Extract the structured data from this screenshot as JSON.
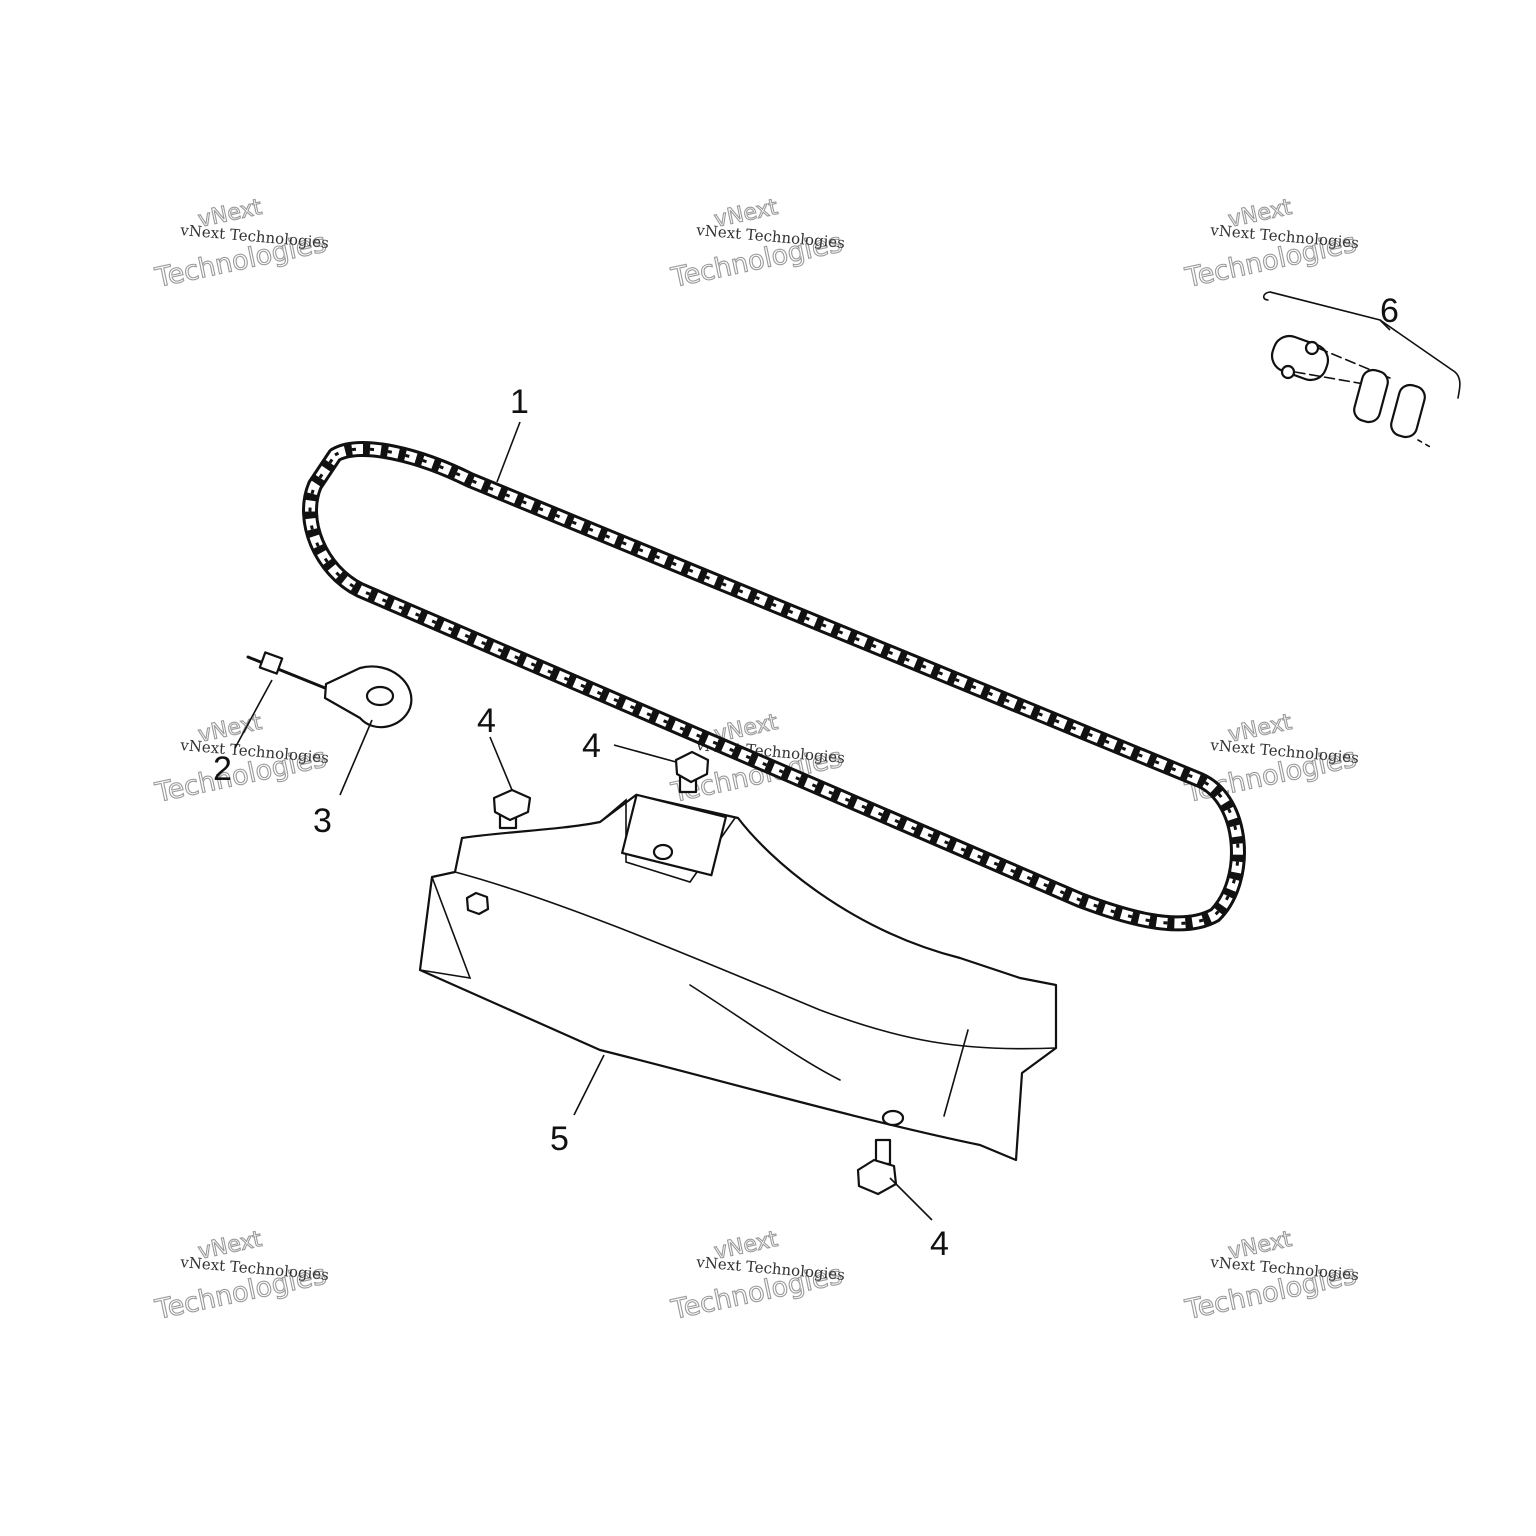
{
  "callouts": {
    "chain": "1",
    "adjuster_bolt": "2",
    "adjuster_plate": "3",
    "bolt_upper_left": "4",
    "bolt_upper_mid": "4",
    "bolt_lower": "4",
    "chain_guard": "5",
    "master_link": "6"
  },
  "watermark": {
    "line1": "vNext Technologies",
    "line2a": "vNext",
    "line2b": "Technologies"
  }
}
